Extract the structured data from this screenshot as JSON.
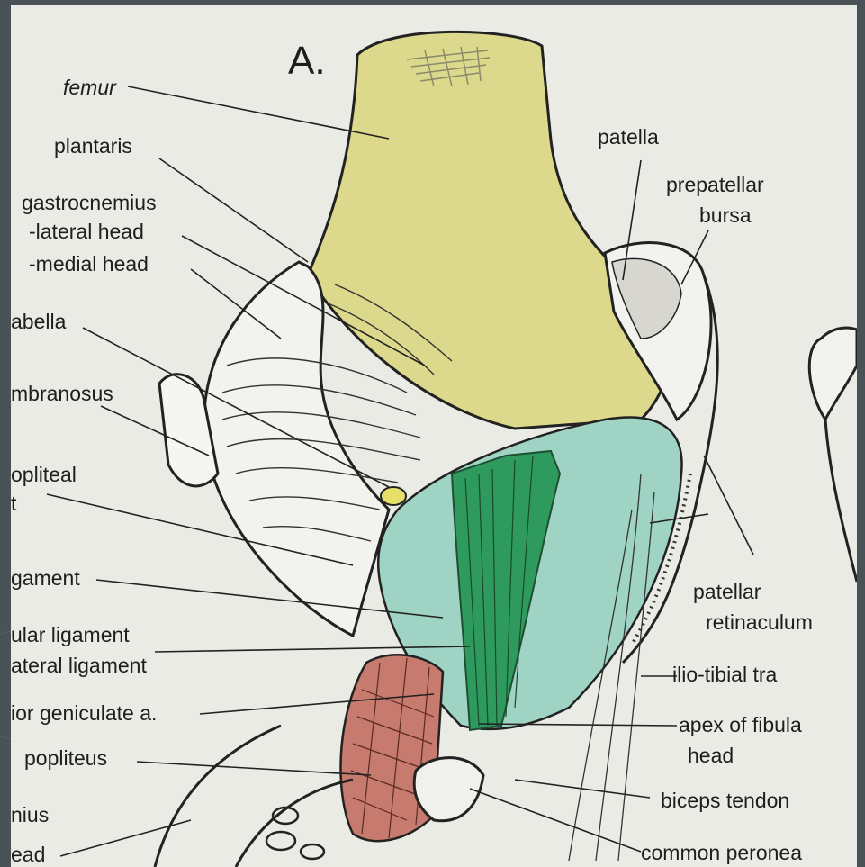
{
  "panel_letter": "A.",
  "labels_left": {
    "femur": "femur",
    "plantaris": "plantaris",
    "gastrocnemius": "gastrocnemius",
    "lateral_head": "-lateral head",
    "medial_head": "-medial head",
    "fabella": "abella",
    "semimembranosus": "mbranosus",
    "popliteal_1": "opliteal",
    "popliteal_2": "t",
    "ligament": "gament",
    "arcuate_ligament": "ular ligament",
    "lateral_ligament": "ateral ligament",
    "geniculate": "ior geniculate a.",
    "popliteus": "popliteus",
    "mius": "nius",
    "head": "ead"
  },
  "labels_right": {
    "patella": "patella",
    "prepatellar_1": "prepatellar",
    "prepatellar_2": "bursa",
    "retinaculum_1": "patellar",
    "retinaculum_2": "retinaculum",
    "iliotibial": "ilio-tibial tra",
    "apex_1": "apex of fibula",
    "apex_2": "head",
    "biceps": "biceps tendon",
    "peroneal": "common peronea"
  },
  "colors": {
    "femur": "#dcd98c",
    "ligament_green": "#2f9a5e",
    "capsule_teal": "#9fd3c4",
    "popliteus_red": "#c77a6e",
    "line": "#222222",
    "paper": "#ebebe6",
    "frame": "#4a5258"
  }
}
